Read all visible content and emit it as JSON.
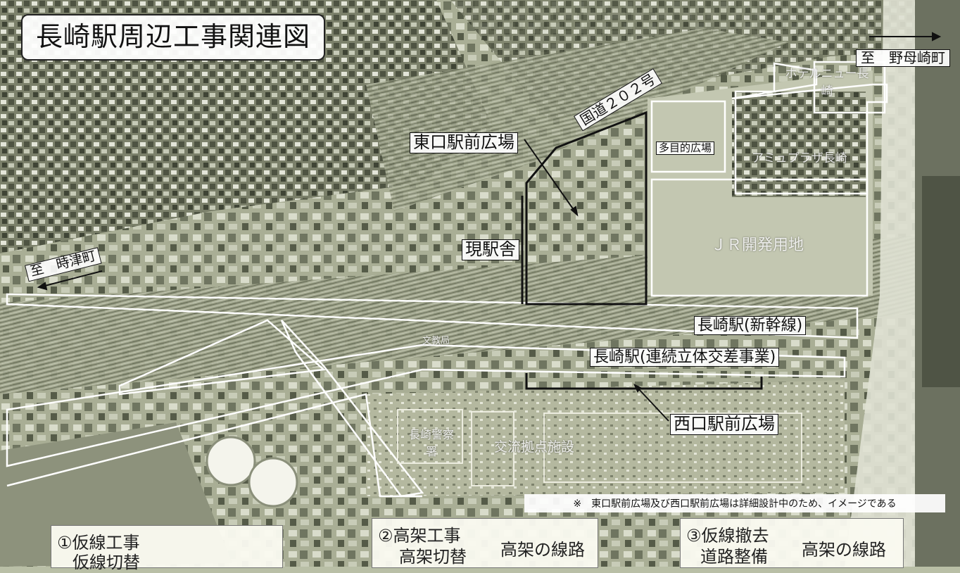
{
  "map": {
    "title": "長崎駅周辺工事関連図",
    "labels": {
      "nomozaki": "至　野母崎町",
      "tokitsu": "至　時津町",
      "route202": "国道２０２号",
      "east_plaza": "東口駅前広場",
      "station": "現駅舎",
      "multi": "多目的広場",
      "jr_dev": "ＪＲ開発用地",
      "hotel": "ホテルニュー長崎",
      "amu": "アミュプラザ長崎",
      "shinkansen": "長崎駅(新幹線)",
      "continuous": "長崎駅(連続立体交差事業)",
      "west_plaza": "西口駅前広場",
      "police": "長崎警察署",
      "exchange": "交流拠点施設",
      "bunkyo": "文教局"
    },
    "note": "※　東口駅前広場及び西口駅前広場は詳細設計中のため、イメージである",
    "steps": [
      {
        "line1": "①仮線工事",
        "line2": "仮線切替"
      },
      {
        "line1": "②高架工事",
        "line2": "高架切替",
        "sub": "高架の線路"
      },
      {
        "line1": "③仮線撤去",
        "line2": "道路整備",
        "sub": "高架の線路"
      }
    ],
    "colors": {
      "base": "#b9bfa6",
      "outline": "#ffffff",
      "label_border": "#111111"
    }
  }
}
